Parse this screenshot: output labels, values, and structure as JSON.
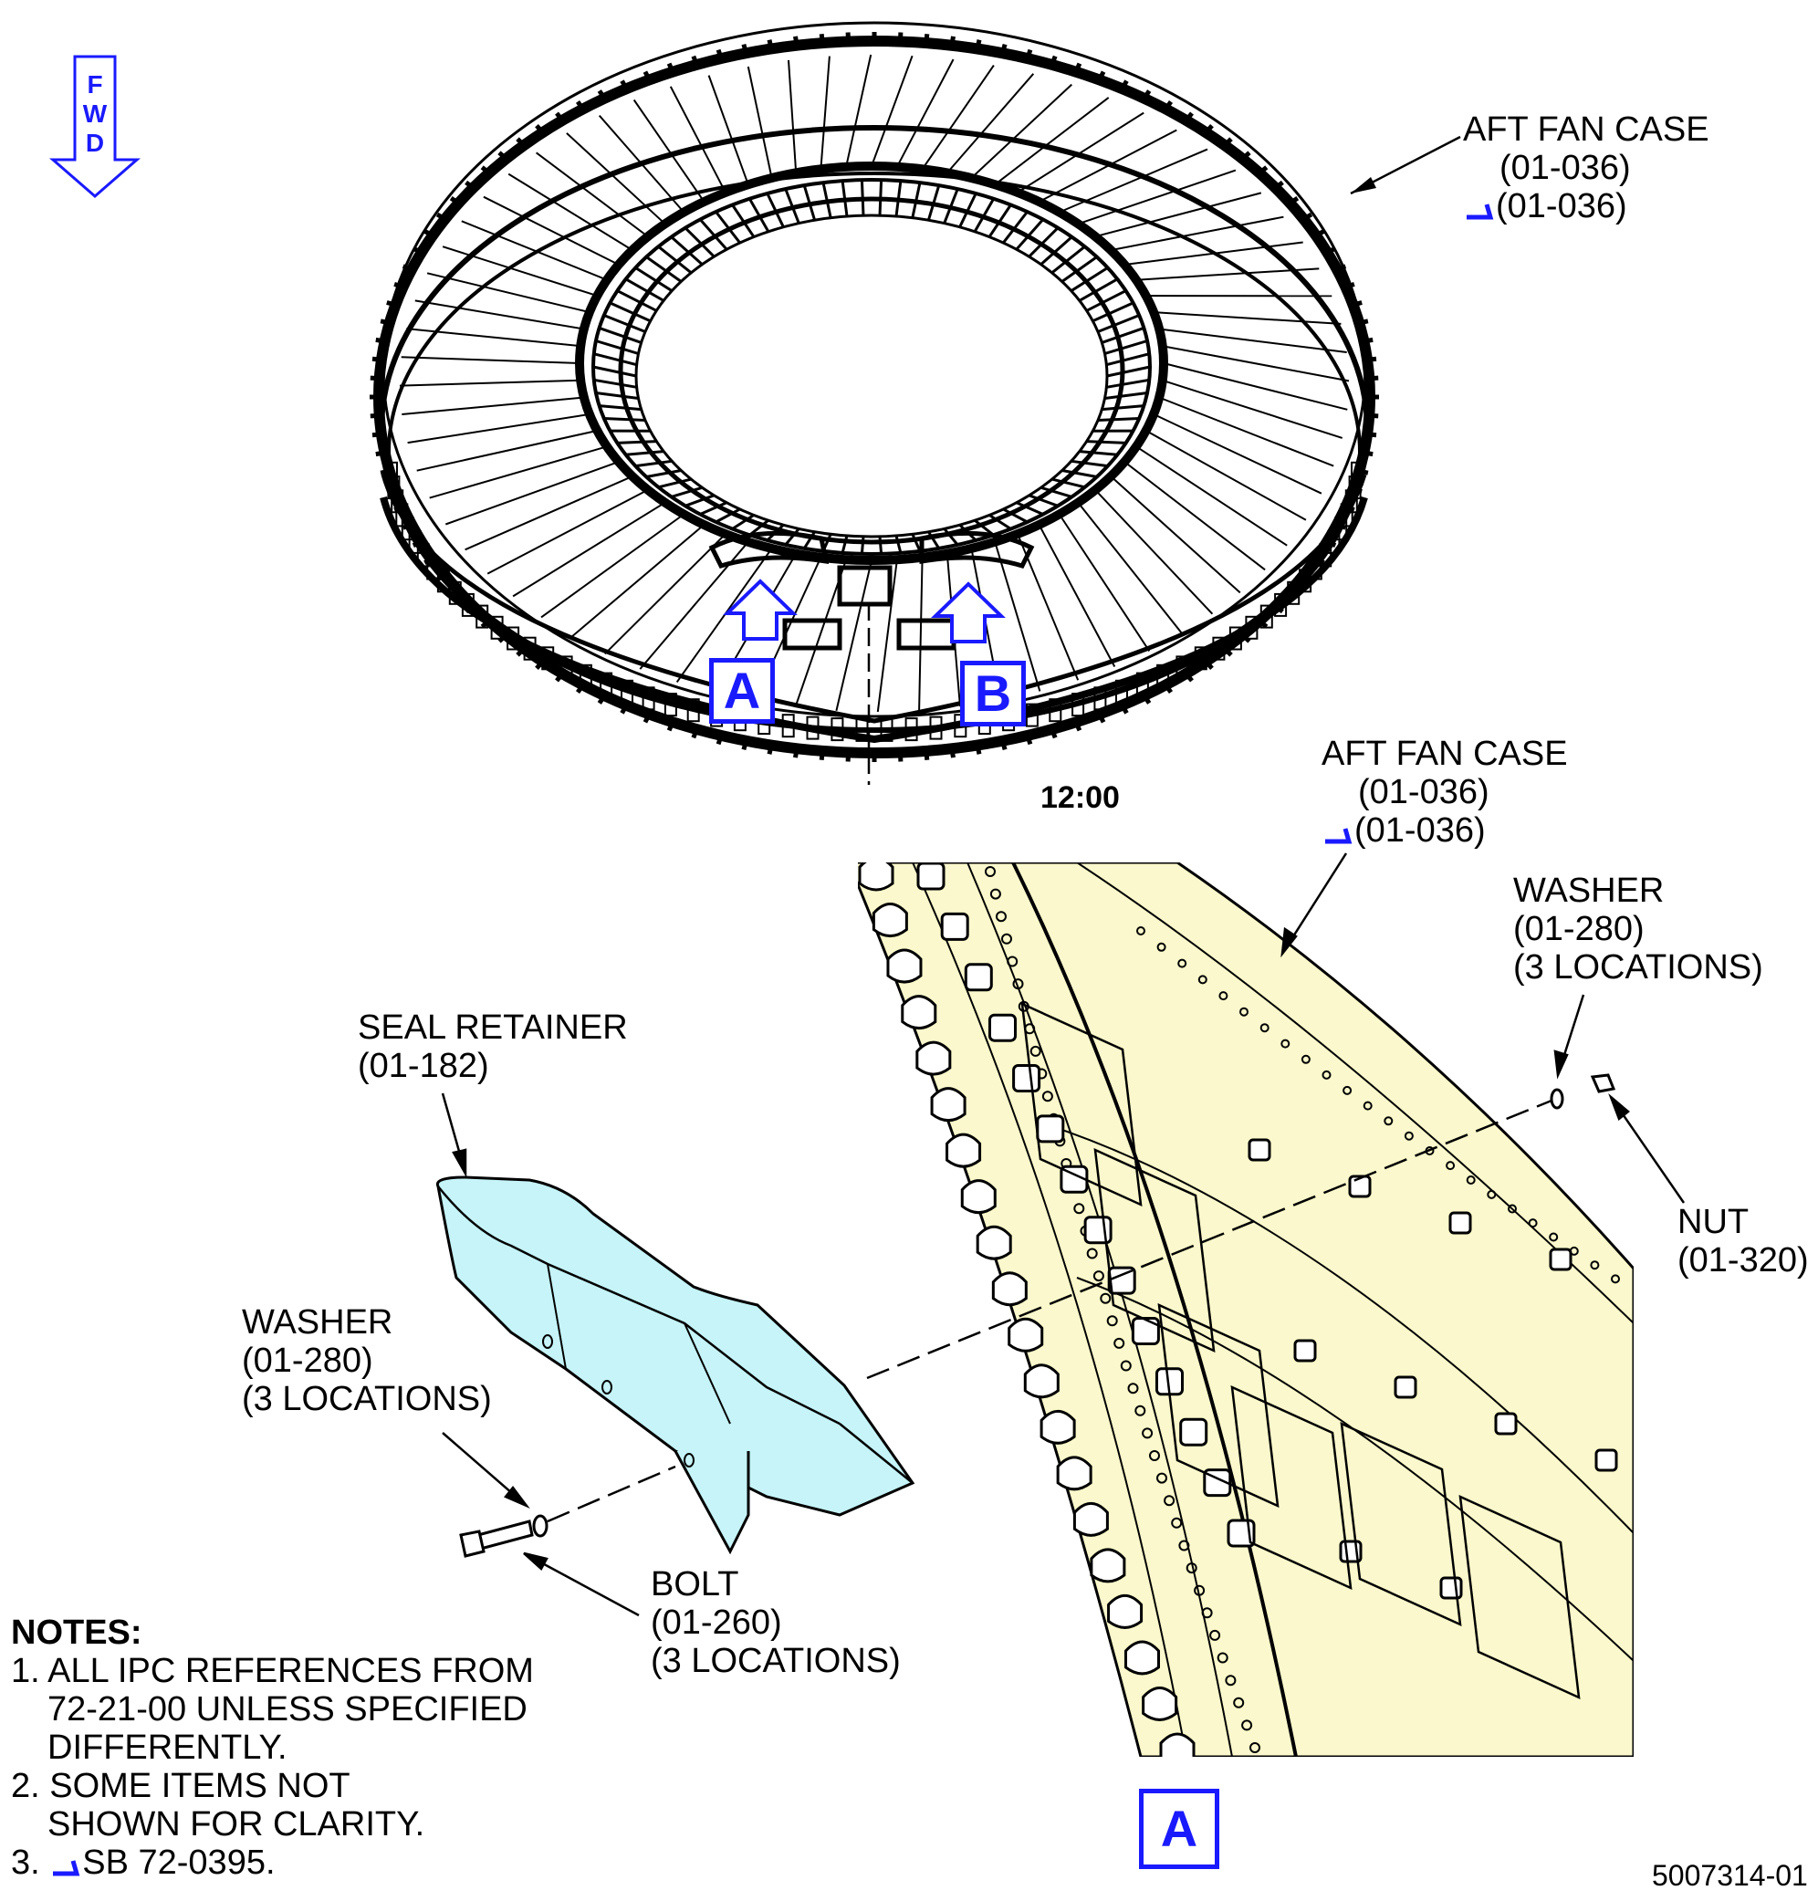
{
  "fwd_letters": [
    "F",
    "W",
    "D"
  ],
  "callouts": {
    "aft_fan_case_top": {
      "name": "AFT FAN CASE",
      "ref": "(01-036)",
      "ref_flagged": "(01-036)"
    },
    "aft_fan_case_detail": {
      "name": "AFT FAN CASE",
      "ref": "(01-036)",
      "ref_flagged": "(01-036)"
    },
    "washer_right": {
      "name": "WASHER",
      "ref": "(01-280)",
      "qty": "(3 LOCATIONS)"
    },
    "nut": {
      "name": "NUT",
      "ref": "(01-320)"
    },
    "seal_retainer": {
      "name": "SEAL RETAINER",
      "ref": "(01-182)"
    },
    "washer_left": {
      "name": "WASHER",
      "ref": "(01-280)",
      "qty": "(3 LOCATIONS)"
    },
    "bolt": {
      "name": "BOLT",
      "ref": "(01-260)",
      "qty": "(3 LOCATIONS)"
    }
  },
  "clock_position": "12:00",
  "view_labels": {
    "a_top": "A",
    "b_top": "B",
    "a_detail": "A"
  },
  "notes": {
    "title": "NOTES:",
    "n1_l1": "1. ALL IPC REFERENCES FROM",
    "n1_l2": "72-21-00 UNLESS SPECIFIED",
    "n1_l3": "DIFFERENTLY.",
    "n2_l1": "2. SOME ITEMS NOT",
    "n2_l2": "SHOWN FOR CLARITY.",
    "n3_prefix": "3. ",
    "n3_text": "SB 72-0395."
  },
  "figure_number": "5007314-01",
  "colors": {
    "accent_blue": "#1a1aff",
    "fan_case_fill": "#faf8cc",
    "seal_retainer_fill": "#c6f4f8"
  }
}
